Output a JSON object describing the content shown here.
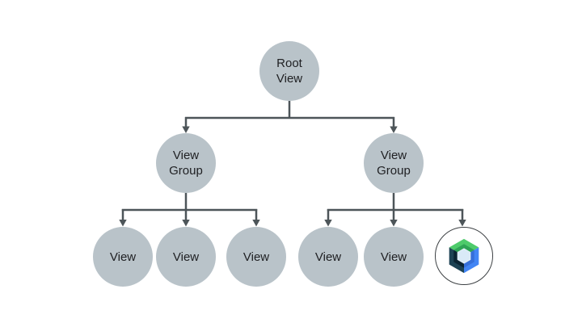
{
  "tree": {
    "root": {
      "label": "Root View",
      "children": [
        {
          "label": "View Group",
          "children": [
            {
              "label": "View"
            },
            {
              "label": "View"
            },
            {
              "label": "View"
            }
          ]
        },
        {
          "label": "View Group",
          "children": [
            {
              "label": "View"
            },
            {
              "label": "View"
            },
            {
              "icon": "jetpack-compose-logo"
            }
          ]
        }
      ]
    }
  },
  "colors": {
    "background": "#ffffff",
    "node_fill": "#b9c3c9",
    "node_text": "#202124",
    "connector": "#4d5559",
    "compose_ring": "#3c4043",
    "compose_green": "#4ecb6b",
    "compose_green_dark": "#2fa456",
    "compose_blue": "#4285f4",
    "compose_blue_dark": "#366fd9",
    "compose_navy": "#1d4254",
    "compose_navy_dark": "#0b2433",
    "compose_center": "#d9eaf7",
    "compose_center_edge": "#edf5fb"
  }
}
